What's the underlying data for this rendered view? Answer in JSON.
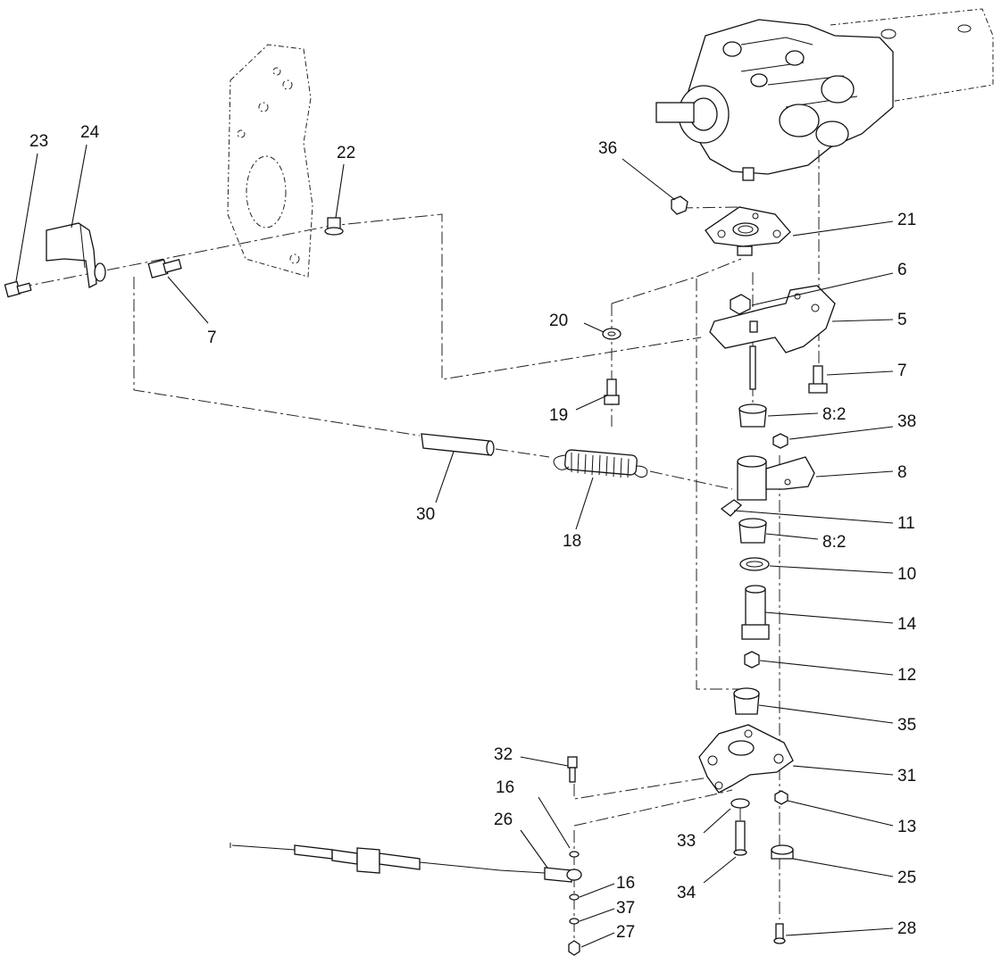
{
  "callouts": [
    {
      "id": "c23",
      "text": "23"
    },
    {
      "id": "c24",
      "text": "24"
    },
    {
      "id": "c22",
      "text": "22"
    },
    {
      "id": "c7a",
      "text": "7"
    },
    {
      "id": "c36",
      "text": "36"
    },
    {
      "id": "c21",
      "text": "21"
    },
    {
      "id": "c6",
      "text": "6"
    },
    {
      "id": "c20",
      "text": "20"
    },
    {
      "id": "c5",
      "text": "5"
    },
    {
      "id": "c7b",
      "text": "7"
    },
    {
      "id": "c19",
      "text": "19"
    },
    {
      "id": "c8_2a",
      "text": "8:2"
    },
    {
      "id": "c38",
      "text": "38"
    },
    {
      "id": "c8",
      "text": "8"
    },
    {
      "id": "c30",
      "text": "30"
    },
    {
      "id": "c18",
      "text": "18"
    },
    {
      "id": "c11",
      "text": "11"
    },
    {
      "id": "c8_2b",
      "text": "8:2"
    },
    {
      "id": "c10",
      "text": "10"
    },
    {
      "id": "c14",
      "text": "14"
    },
    {
      "id": "c12",
      "text": "12"
    },
    {
      "id": "c35",
      "text": "35"
    },
    {
      "id": "c32",
      "text": "32"
    },
    {
      "id": "c31",
      "text": "31"
    },
    {
      "id": "c16a",
      "text": "16"
    },
    {
      "id": "c26",
      "text": "26"
    },
    {
      "id": "c33",
      "text": "33"
    },
    {
      "id": "c13",
      "text": "13"
    },
    {
      "id": "c34",
      "text": "34"
    },
    {
      "id": "c25",
      "text": "25"
    },
    {
      "id": "c16b",
      "text": "16"
    },
    {
      "id": "c37",
      "text": "37"
    },
    {
      "id": "c27",
      "text": "27"
    },
    {
      "id": "c28",
      "text": "28"
    }
  ]
}
